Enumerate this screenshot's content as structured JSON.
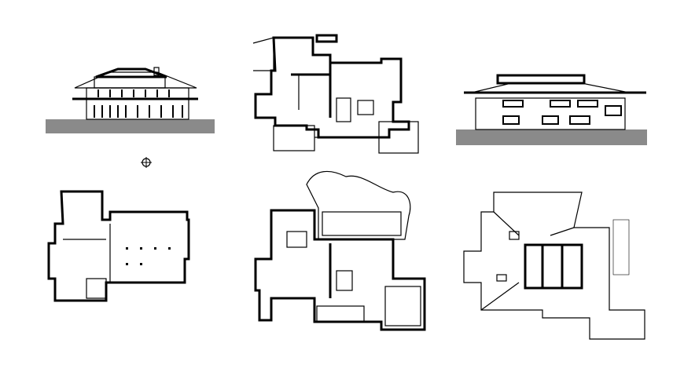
{
  "drawing": {
    "background": "#ffffff",
    "line_color": "#000000",
    "ground_color": "#8a8a8a",
    "sheets": [
      {
        "id": "elevation-front"
      },
      {
        "id": "first-floor-plan"
      },
      {
        "id": "elevation-rear"
      },
      {
        "id": "basement-plan"
      },
      {
        "id": "ground-floor-site-plan"
      },
      {
        "id": "roof-plan"
      }
    ]
  }
}
